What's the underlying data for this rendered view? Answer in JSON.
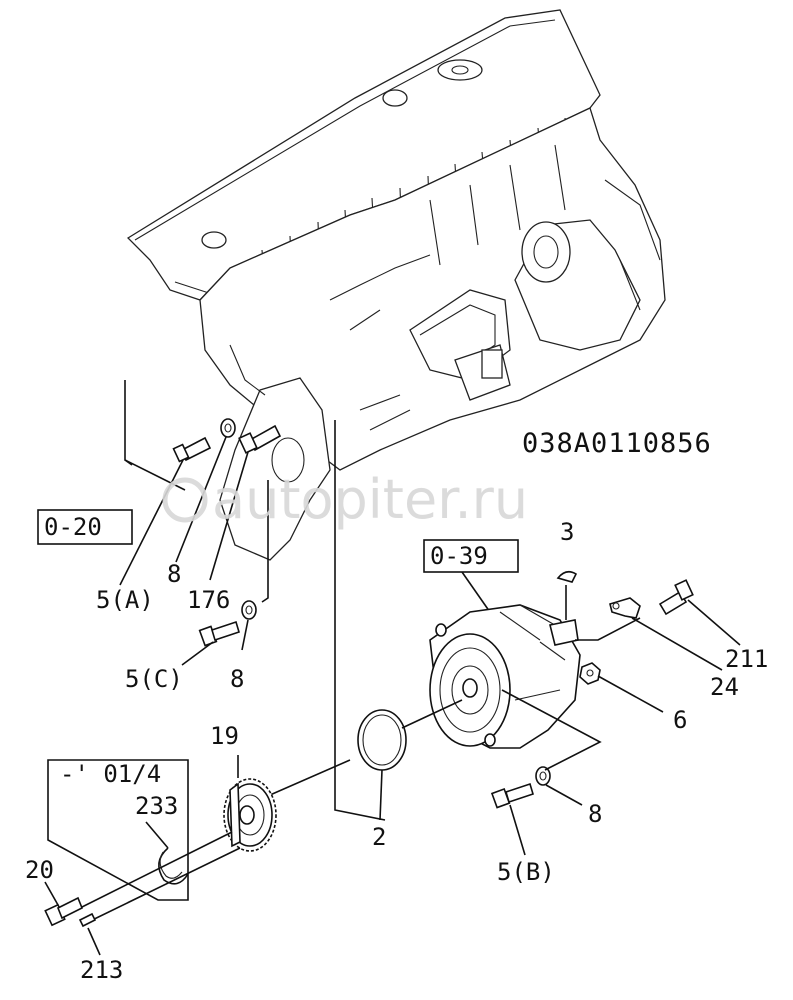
{
  "diagram": {
    "drawing_code": "038A0110856",
    "watermark": "autopiter.ru",
    "references": [
      "0-20",
      "0-39"
    ],
    "serial_note": "-' 01/4",
    "labels": {
      "p3": "3",
      "p211": "211",
      "p24": "24",
      "p6": "6",
      "p8a": "8",
      "p8b": "8",
      "p8c": "8",
      "p5a": "5(A)",
      "p5b": "5(B)",
      "p5c": "5(C)",
      "p176": "176",
      "p19": "19",
      "p233": "233",
      "p2": "2",
      "p20": "20",
      "p213": "213"
    },
    "icons": [
      "engine-block-drawing",
      "gear-drawing",
      "pump-drawing"
    ]
  }
}
